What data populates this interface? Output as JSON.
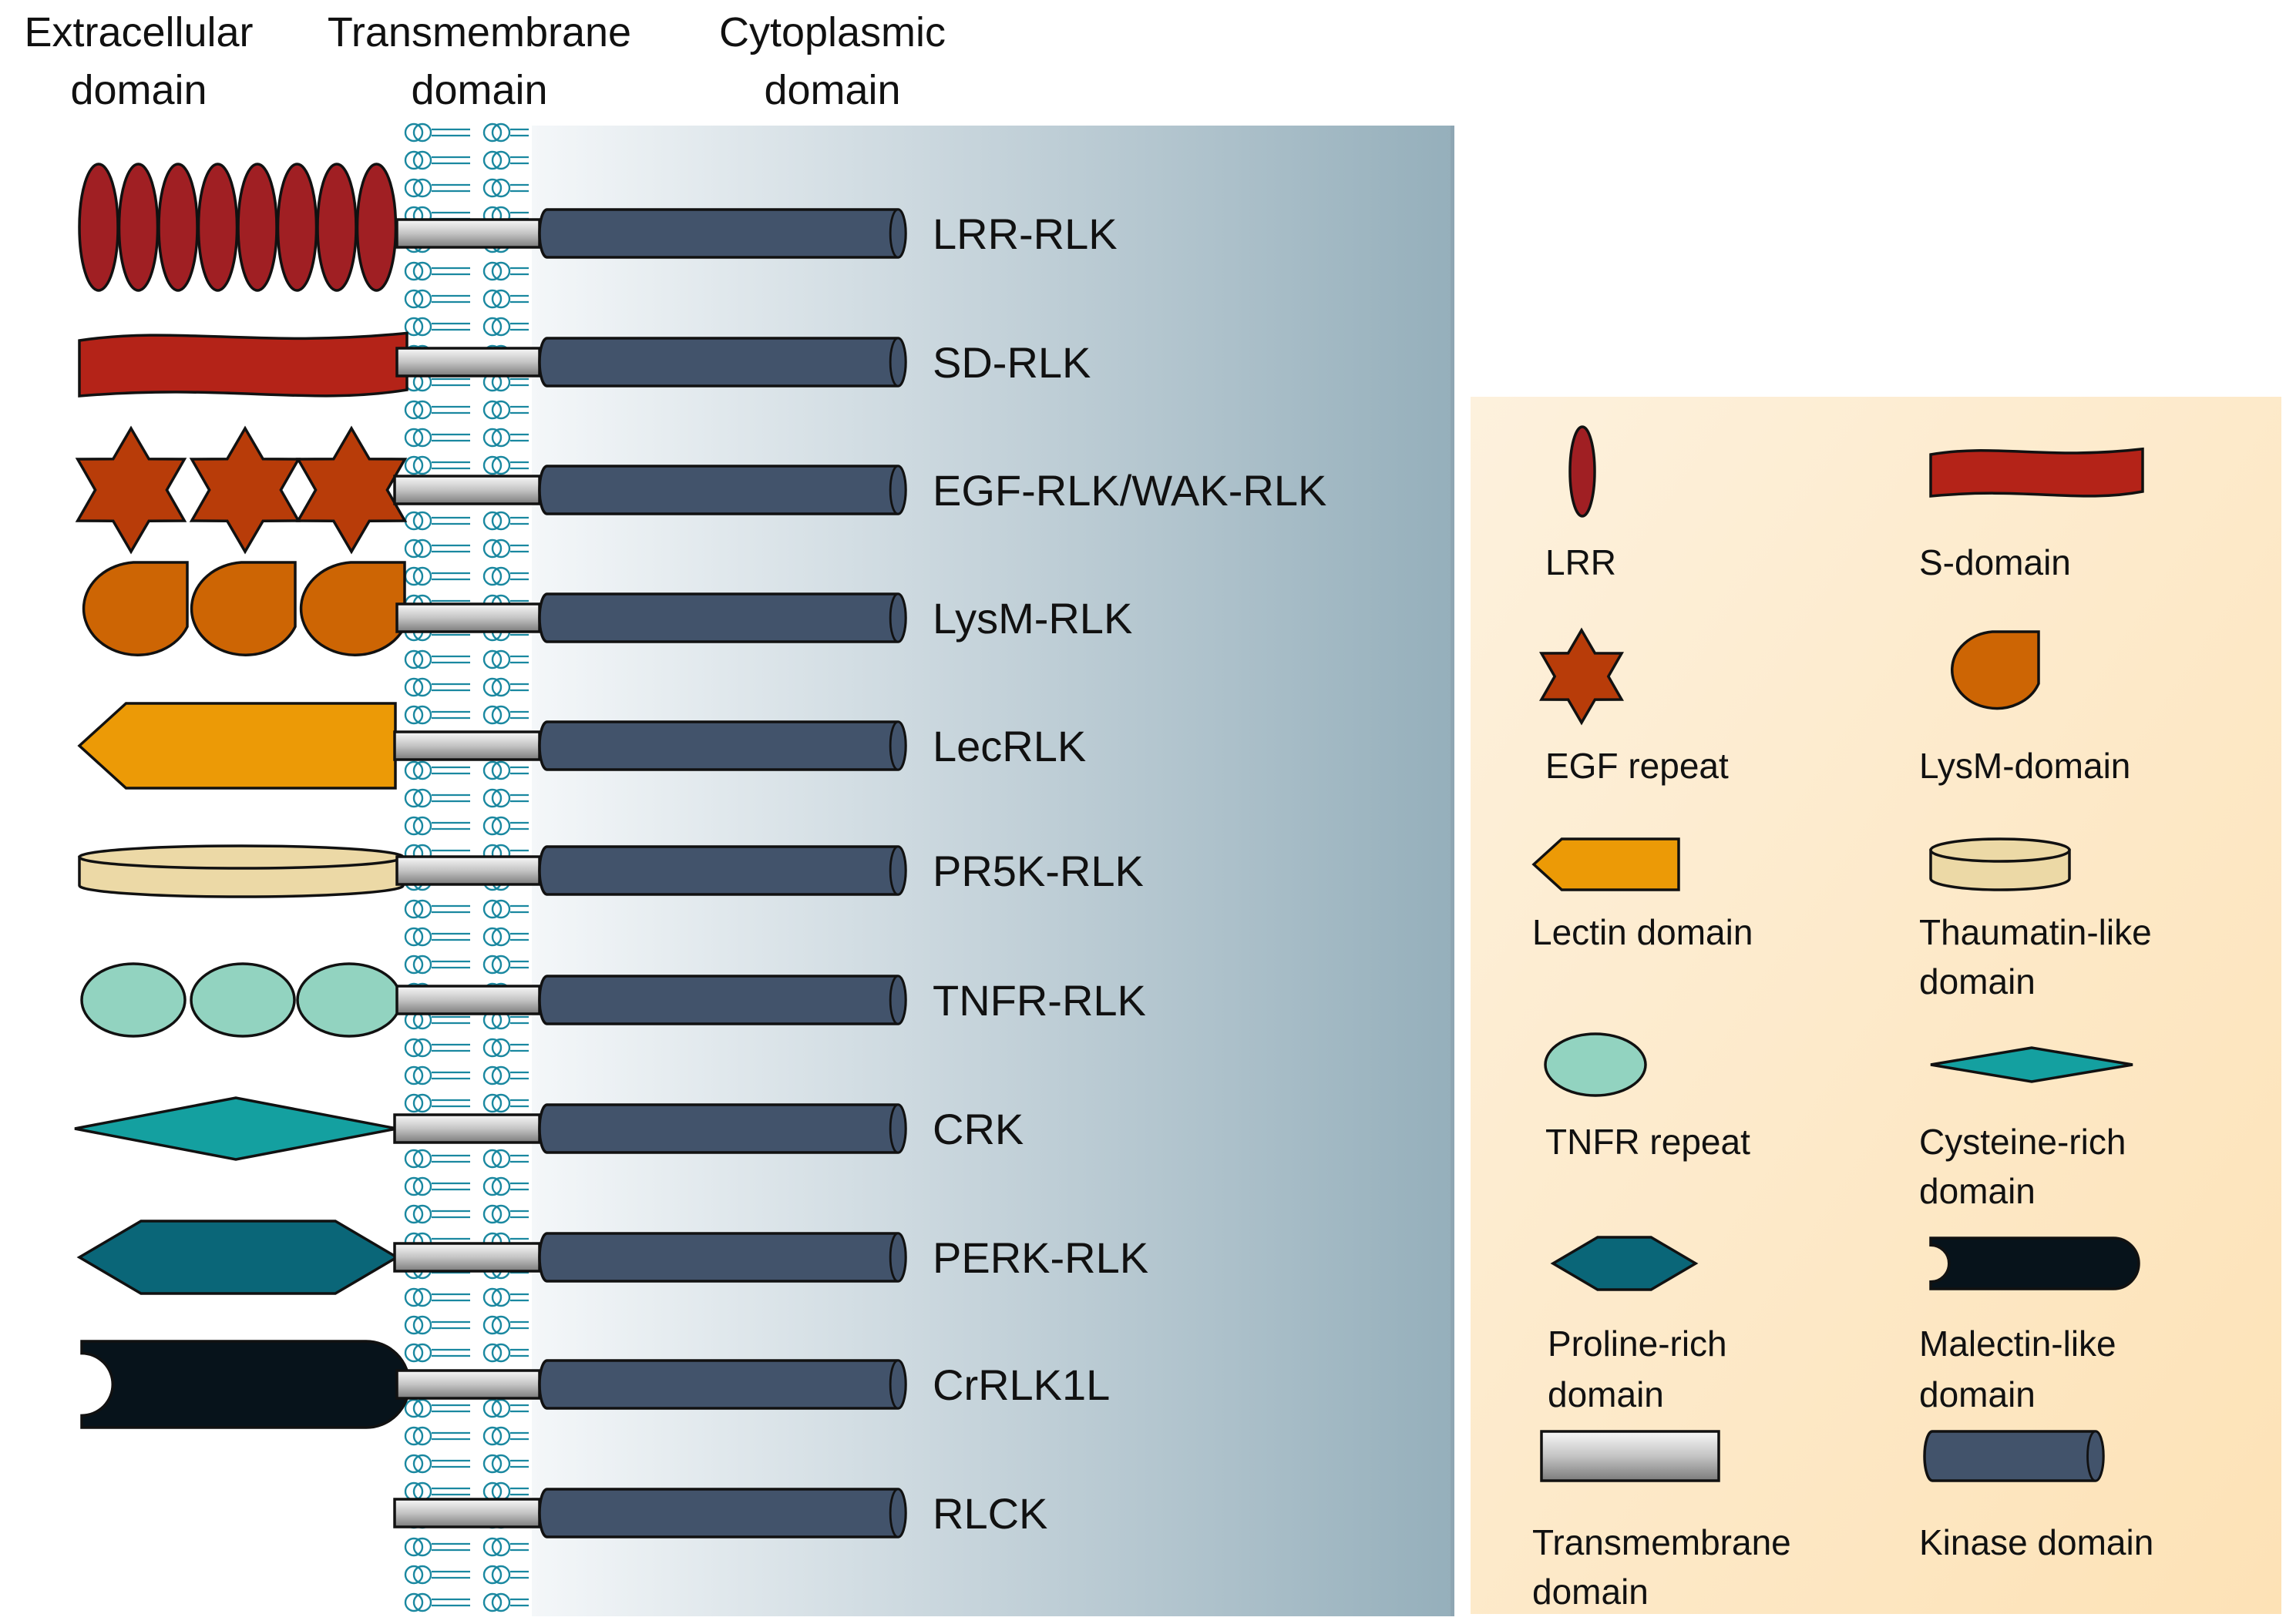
{
  "headers": {
    "extracellular": [
      "Extracellular",
      "domain"
    ],
    "transmembrane": [
      "Transmembrane",
      "domain"
    ],
    "cytoplasmic": [
      "Cytoplasmic",
      "domain"
    ]
  },
  "rows": [
    {
      "label": "LRR-RLK",
      "domain": "lrr"
    },
    {
      "label": "SD-RLK",
      "domain": "sdomain"
    },
    {
      "label": "EGF-RLK/WAK-RLK",
      "domain": "egf"
    },
    {
      "label": "LysM-RLK",
      "domain": "lysm"
    },
    {
      "label": "LecRLK",
      "domain": "lectin"
    },
    {
      "label": "PR5K-RLK",
      "domain": "thaumatin"
    },
    {
      "label": "TNFR-RLK",
      "domain": "tnfr"
    },
    {
      "label": "CRK",
      "domain": "cysteine"
    },
    {
      "label": "PERK-RLK",
      "domain": "proline"
    },
    {
      "label": "CrRLK1L",
      "domain": "malectin"
    },
    {
      "label": "RLCK",
      "domain": "none"
    }
  ],
  "legend": [
    {
      "shape": "lrr",
      "label": [
        "LRR"
      ]
    },
    {
      "shape": "sdomain",
      "label": [
        "S-domain"
      ]
    },
    {
      "shape": "egf",
      "label": [
        "EGF repeat"
      ]
    },
    {
      "shape": "lysm",
      "label": [
        "LysM-domain"
      ]
    },
    {
      "shape": "lectin",
      "label": [
        "Lectin domain"
      ]
    },
    {
      "shape": "thaumatin",
      "label": [
        "Thaumatin-like",
        "domain"
      ]
    },
    {
      "shape": "tnfr",
      "label": [
        "TNFR repeat"
      ]
    },
    {
      "shape": "cysteine",
      "label": [
        "Cysteine-rich",
        "domain"
      ]
    },
    {
      "shape": "proline",
      "label": [
        "Proline-rich",
        "domain"
      ]
    },
    {
      "shape": "malectin",
      "label": [
        "Malectin-like",
        "domain"
      ]
    },
    {
      "shape": "transmembrane",
      "label": [
        "Transmembrane",
        "domain"
      ]
    },
    {
      "shape": "kinase",
      "label": [
        "Kinase domain"
      ]
    }
  ],
  "colors": {
    "lrr": "#a01f23",
    "sdomain": "#b42318",
    "egf": "#b83c09",
    "lysm": "#cd6504",
    "lectin": "#ec9a06",
    "thaumatin": "#ecd9a6",
    "tnfr": "#92d3c0",
    "cysteine": "#14a0a0",
    "proline": "#0a6678",
    "malectin": "#07131b",
    "kinase": "#42536b",
    "membrane": "#1a88a0",
    "legend_bg_top": "#fdefd8",
    "legend_bg_bottom": "#fde4bb",
    "cytoplasm_light": "#f4f7f9",
    "cytoplasm_dark": "#95afbb"
  }
}
